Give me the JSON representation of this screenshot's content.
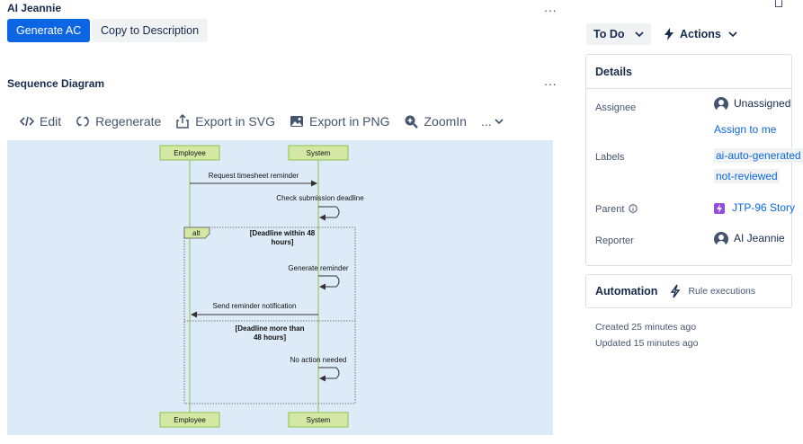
{
  "header": {
    "title": "AI Jeannie",
    "more": "...",
    "generate_label": "Generate AC",
    "copy_label": "Copy to Description"
  },
  "sequence": {
    "title": "Sequence Diagram",
    "more": "...",
    "toolbar": {
      "edit": "Edit",
      "regenerate": "Regenerate",
      "export_svg": "Export in SVG",
      "export_png": "Export in PNG",
      "zoom": "ZoomIn",
      "overflow": "..."
    },
    "diagram": {
      "participants": [
        "Employee",
        "System"
      ],
      "messages": [
        "Request timesheet reminder",
        "Check submission deadline",
        "Generate reminder",
        "Send reminder notification",
        "No action needed"
      ],
      "alt_label": "alt",
      "guard_1": [
        "[Deadline within 48",
        "hours]"
      ],
      "guard_2": [
        "[Deadline more than",
        "48 hours]"
      ]
    }
  },
  "sidebar": {
    "status": "To Do",
    "actions": "Actions",
    "details_title": "Details",
    "rows": {
      "assignee_label": "Assignee",
      "assignee_value": "Unassigned",
      "assign_to_me": "Assign to me",
      "labels_label": "Labels",
      "label_1": "ai-auto-generated",
      "label_2": "not-reviewed",
      "parent_label": "Parent",
      "parent_value": "JTP-96 Story",
      "reporter_label": "Reporter",
      "reporter_value": "AI Jeannie"
    },
    "automation_title": "Automation",
    "automation_sub": "Rule executions",
    "created": "Created 25 minutes ago",
    "updated": "Updated 15 minutes ago"
  },
  "colors": {
    "primary": "#0c66e4",
    "diagram_bg": "#ddebf9",
    "participant_fill": "#d4e8a4",
    "lifeline": "#8bc34a"
  }
}
